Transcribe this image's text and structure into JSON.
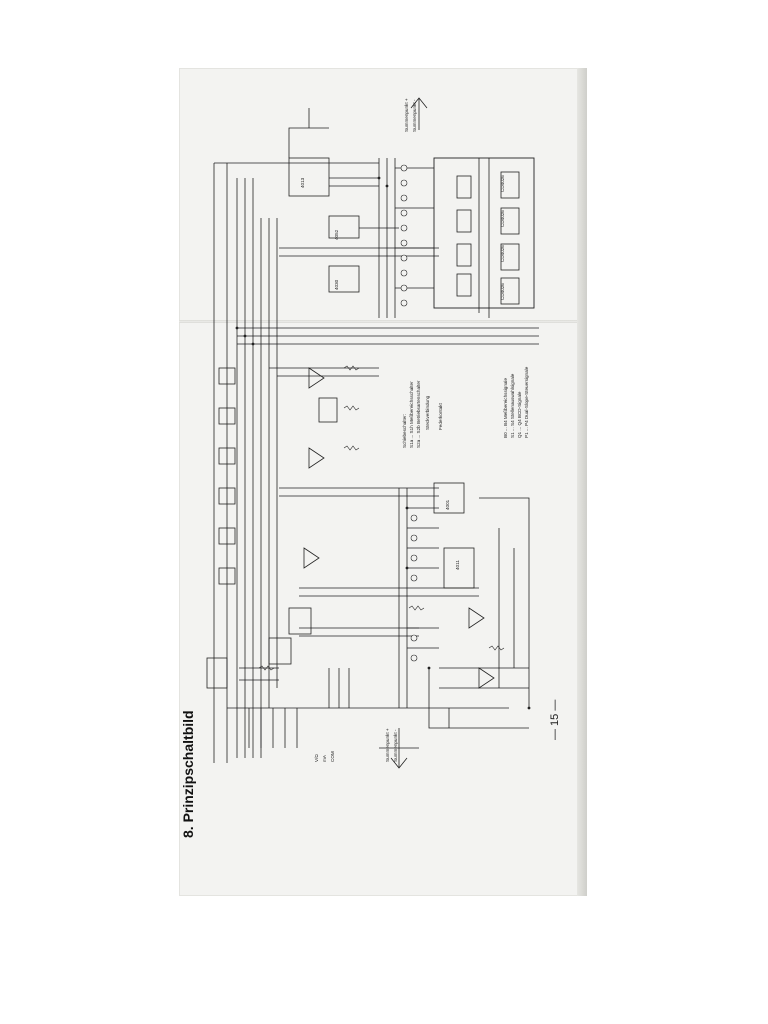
{
  "document": {
    "section_title": "8. Prinzipschaltbild",
    "page_number": "— 15 —"
  },
  "legend": {
    "items": [
      "Schiebeschalter:",
      "S1a ... S1h Meßbereichsschalter",
      "S2a ... S2b Betriebsartenschalter",
      "Steckverbindung",
      "Federkontakt",
      "B0 ... B4   Meßbereichssignale",
      "S1 ... S4   Stellenauswahlsignale",
      "Q1 ... Q4   BCD-Signale",
      "P1 ... P4   Dual-Slope-Steuersignale"
    ]
  },
  "schematic": {
    "ic_labels": [
      "CD4026",
      "CD4026",
      "CD4026",
      "CD4026",
      "4013",
      "4052",
      "4030",
      "4001",
      "4011"
    ],
    "connector_top": [
      "Summenpunkt +",
      "Summenpunkt -"
    ],
    "connector_bottom": [
      "Summenpunkt +",
      "Summenpunkt -"
    ],
    "input_terminals": [
      "V/Ω",
      "mA",
      "COM"
    ]
  }
}
